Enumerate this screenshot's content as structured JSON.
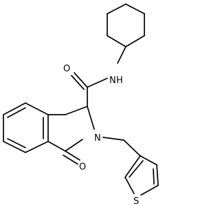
{
  "atom_labels": {
    "amide_oxygen": "O",
    "amide_nitrogen": "N",
    "amide_hydrogen": "H",
    "ring_nitrogen": "N",
    "lactam_oxygen": "O",
    "thiophene_sulfur": "S"
  },
  "colors": {
    "bond": "#000000",
    "label": "#000000",
    "background": "#ffffff"
  }
}
